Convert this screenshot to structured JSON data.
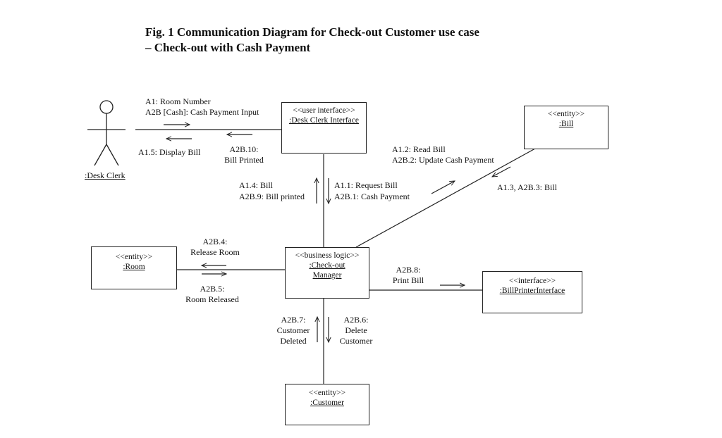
{
  "title": {
    "line1": "Fig. 1 Communication Diagram for Check-out Customer use case",
    "line2": "– Check-out with Cash Payment"
  },
  "actor": {
    "name": ":Desk Clerk",
    "icon": "stick-figure-icon"
  },
  "objects": {
    "desk_clerk_interface": {
      "stereotype": "<<user interface>>",
      "name": ":Desk Clerk Interface"
    },
    "bill": {
      "stereotype": "<<entity>>",
      "name": ":Bill"
    },
    "room": {
      "stereotype": "<<entity>>",
      "name": ":Room"
    },
    "checkout_manager": {
      "stereotype": "<<business logic>>",
      "name_line1": ":Check-out",
      "name_line2": "Manager"
    },
    "bill_printer": {
      "stereotype": "<<interface>>",
      "name": ":BillPrinterInterface"
    },
    "customer": {
      "stereotype": "<<entity>>",
      "name": ":Customer"
    }
  },
  "messages": {
    "a1": "A1: Room Number",
    "a2b": "A2B [Cash]: Cash Payment Input",
    "a15": "A1.5: Display Bill",
    "a2b10_line1": "A2B.10:",
    "a2b10_line2": "Bill Printed",
    "a12": "A1.2: Read Bill",
    "a2b2": "A2B.2: Update Cash Payment",
    "a13": "A1.3, A2B.3: Bill",
    "a14": "A1.4: Bill",
    "a2b9": "A2B.9: Bill printed",
    "a11": "A1.1: Request Bill",
    "a2b1": "A2B.1: Cash Payment",
    "a2b4_line1": "A2B.4:",
    "a2b4_line2": "Release Room",
    "a2b5_line1": "A2B.5:",
    "a2b5_line2": "Room Released",
    "a2b8_line1": "A2B.8:",
    "a2b8_line2": "Print Bill",
    "a2b7_line1": "A2B.7:",
    "a2b7_line2": "Customer",
    "a2b7_line3": "Deleted",
    "a2b6_line1": "A2B.6:",
    "a2b6_line2": "Delete",
    "a2b6_line3": "Customer"
  }
}
